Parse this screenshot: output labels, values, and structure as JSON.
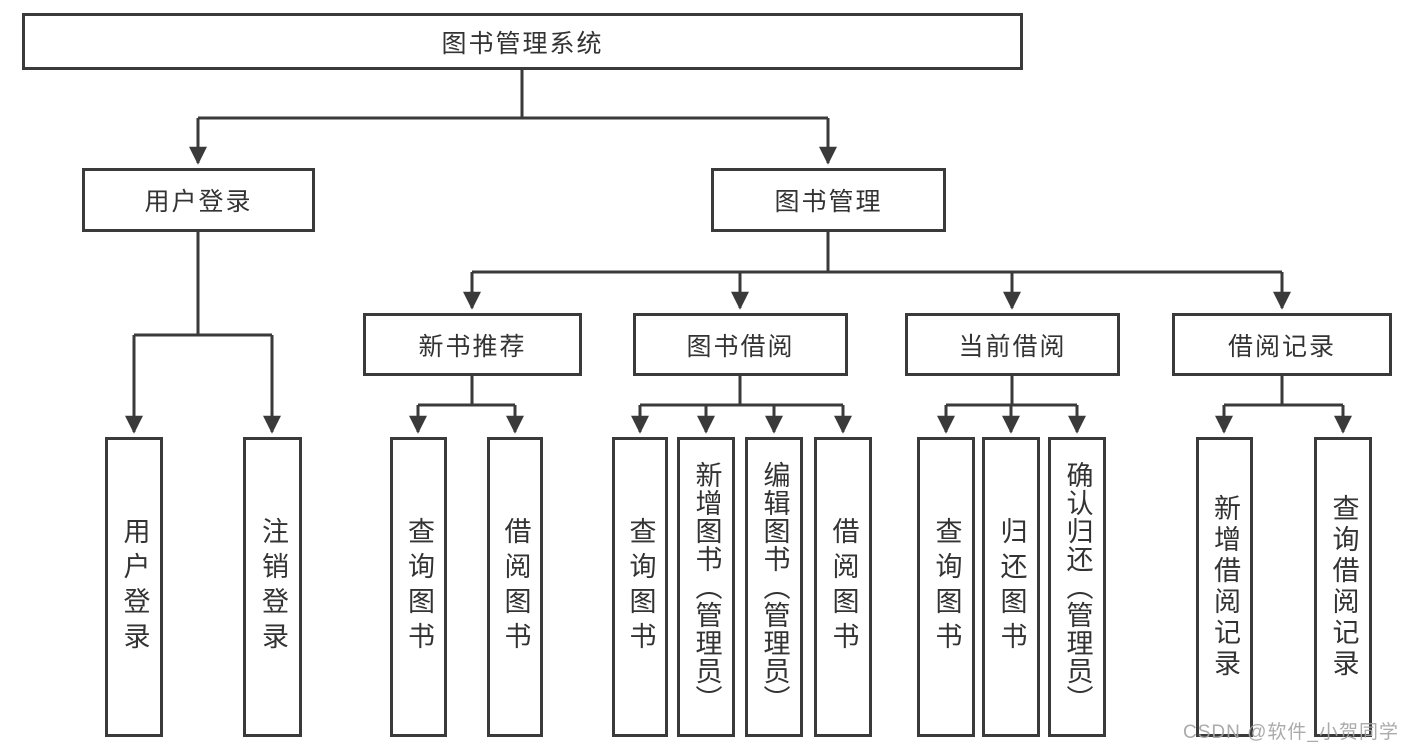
{
  "diagram_title": "图书管理系统",
  "tree": {
    "root": {
      "label": "图书管理系统"
    },
    "branches": [
      {
        "label": "用户登录",
        "children": [
          {
            "label": "用户登录"
          },
          {
            "label": "注销登录"
          }
        ]
      },
      {
        "label": "图书管理",
        "groups": [
          {
            "label": "新书推荐",
            "children": [
              {
                "label": "查询图书"
              },
              {
                "label": "借阅图书"
              }
            ]
          },
          {
            "label": "图书借阅",
            "children": [
              {
                "label": "查询图书"
              },
              {
                "label": "新增图书（管理员）"
              },
              {
                "label": "编辑图书（管理员）"
              },
              {
                "label": "借阅图书"
              }
            ]
          },
          {
            "label": "当前借阅",
            "children": [
              {
                "label": "查询图书"
              },
              {
                "label": "归还图书"
              },
              {
                "label": "确认归还（管理员）"
              }
            ]
          },
          {
            "label": "借阅记录",
            "children": [
              {
                "label": "新增借阅记录"
              },
              {
                "label": "查询借阅记录"
              }
            ]
          }
        ]
      }
    ]
  },
  "watermark": "CSDN @软件_小贺同学",
  "colors": {
    "line": "#3a3a3a",
    "text": "#333333",
    "watermark": "#a4a4a4",
    "background": "#ffffff"
  }
}
